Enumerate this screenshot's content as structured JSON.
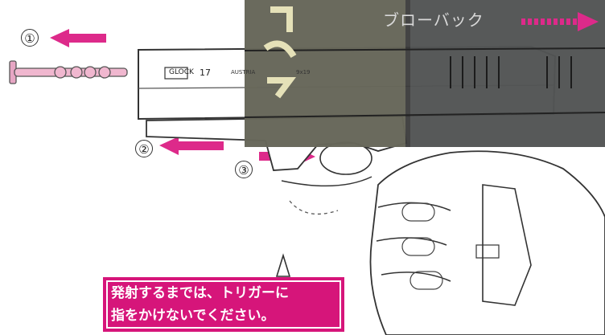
{
  "steps": {
    "step1": "①",
    "step2": "②",
    "step3": "③"
  },
  "slide_text": {
    "brand": "GLOCK",
    "model": "17",
    "origin": "AUSTRIA",
    "cal": "9x19"
  },
  "overlay": {
    "label": "ブローバック"
  },
  "warning": {
    "line1": "発射するまでは、トリガーに",
    "line2": "指をかけないでください。"
  },
  "colors": {
    "accent": "#d6157a",
    "overlay": "#3a3a3a",
    "ink": "#222222"
  },
  "icons": [
    "arrow-left-icon",
    "arrow-right-icon",
    "cleaning-rod-icon",
    "hand-icon",
    "pistol-icon"
  ]
}
